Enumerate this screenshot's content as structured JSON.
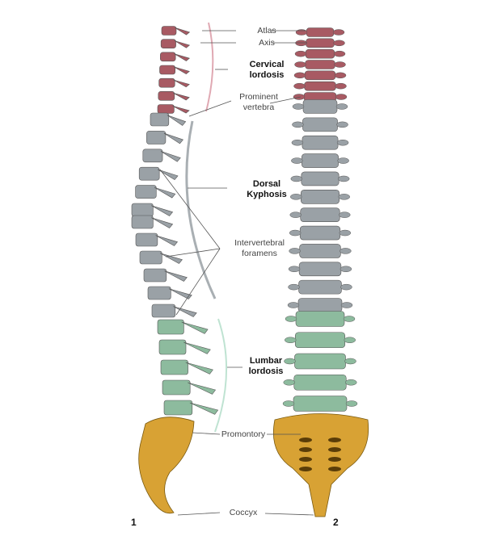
{
  "labels": {
    "atlas": "Atlas",
    "axis": "Axis",
    "cervical_1": "Cervical",
    "cervical_2": "lordosis",
    "prominent_1": "Prominent",
    "prominent_2": "vertebra",
    "dorsal_1": "Dorsal",
    "dorsal_2": "Kyphosis",
    "foramens_1": "Intervertebral",
    "foramens_2": "foramens",
    "lumbar_1": "Lumbar",
    "lumbar_2": "lordosis",
    "promontory": "Promontory",
    "coccyx": "Coccyx"
  },
  "figures": {
    "lateral": "1",
    "anterior": "2"
  },
  "colors": {
    "cervical": "#a85a63",
    "thoracic": "#9aa1a6",
    "lumbar": "#8dbb9e",
    "sacrum": "#d8a234"
  }
}
